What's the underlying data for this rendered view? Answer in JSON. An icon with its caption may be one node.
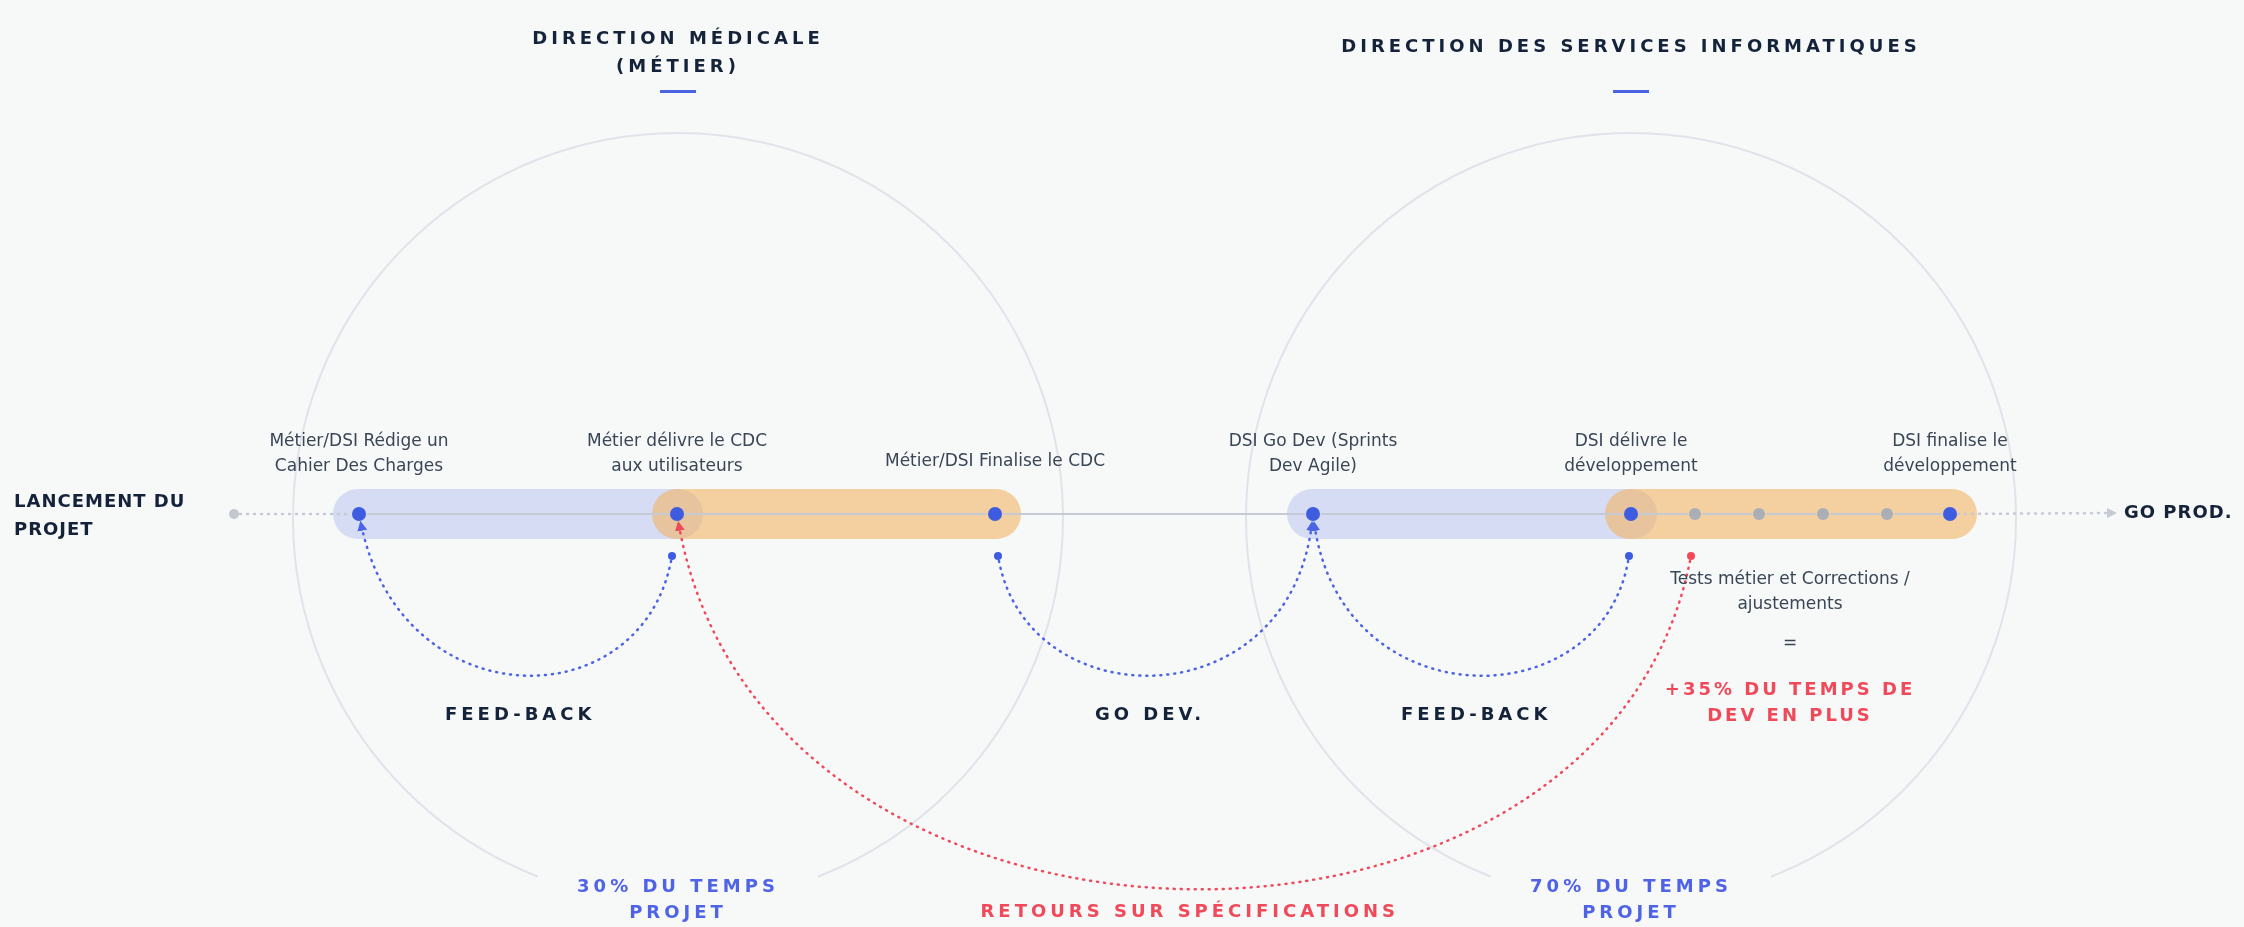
{
  "diagram": {
    "nodes": [
      {
        "text": [
          "DIRECTION MÉDICALE (MÉTIER)",
          "30% DU TEMPS PROJET"
        ]
      },
      {
        "text": [
          "DIRECTION DES SERVICES INFORMATIQUES",
          "70% DU TEMPS PROJET"
        ]
      },
      {
        "text": [],
        "shape": "circle",
        "beside": [
          "LANCEMENT DU PROJET"
        ]
      },
      {
        "text": [],
        "shape": "circle",
        "beside": [
          "Métier/DSI Rédige un Cahier Des Charges"
        ],
        "in": 0
      },
      {
        "text": [],
        "shape": "circle",
        "beside": [
          "Métier délivre le CDC aux utilisateurs"
        ],
        "in": 0
      },
      {
        "text": [],
        "shape": "circle",
        "in": 0
      },
      {
        "text": [],
        "shape": "circle",
        "beside": [
          "Métier/DSI Finalise le CDC"
        ],
        "in": 0
      },
      {
        "text": [],
        "shape": "circle",
        "in": 0
      },
      {
        "text": [],
        "shape": "circle",
        "beside": [
          "DSI Go Dev (Sprints Dev Agile)"
        ],
        "in": 1
      },
      {
        "text": [],
        "shape": "circle",
        "beside": [
          "DSI délivre le développement"
        ],
        "in": 1
      },
      {
        "text": [],
        "shape": "circle",
        "in": 1
      },
      {
        "text": [],
        "shape": "circle",
        "beside": [
          "Tests métier et Corrections / ajustements",
          "=",
          "+35% DU TEMPS DE DEV EN PLUS"
        ],
        "in": 1
      },
      {
        "text": [],
        "shape": "circle",
        "in": 1
      },
      {
        "text": [],
        "shape": "circle",
        "in": 1
      },
      {
        "text": [],
        "shape": "circle",
        "in": 1
      },
      {
        "text": [],
        "shape": "circle",
        "in": 1
      },
      {
        "text": [],
        "shape": "circle",
        "beside": [
          "DSI finalise le développement"
        ],
        "in": 1
      },
      {
        "text": [
          "GO PROD."
        ]
      }
    ],
    "edges": [
      {
        "from": 2,
        "to": 3,
        "arrow": "none",
        "style": "dashed"
      },
      {
        "from": 3,
        "to": 4,
        "arrow": "none"
      },
      {
        "from": 4,
        "to": 6,
        "arrow": "none"
      },
      {
        "from": 6,
        "to": 8,
        "arrow": "none"
      },
      {
        "from": 8,
        "to": 9,
        "arrow": "none"
      },
      {
        "from": 9,
        "to": 12,
        "arrow": "none"
      },
      {
        "from": 12,
        "to": 13,
        "arrow": "none"
      },
      {
        "from": 13,
        "to": 14,
        "arrow": "none"
      },
      {
        "from": 14,
        "to": 15,
        "arrow": "none"
      },
      {
        "from": 15,
        "to": 16,
        "arrow": "none"
      },
      {
        "from": 16,
        "to": 17,
        "arrow": "to",
        "style": "dashed"
      },
      {
        "from": 5,
        "to": 3,
        "arrow": "to",
        "style": "dashed",
        "color": "#4a64e4",
        "label": "FEED-BACK"
      },
      {
        "from": 7,
        "to": 8,
        "arrow": "to",
        "style": "dashed",
        "color": "#4a64e4",
        "label": "GO DEV."
      },
      {
        "from": 10,
        "to": 8,
        "arrow": "to",
        "style": "dashed",
        "color": "#4a64e4",
        "label": "FEED-BACK"
      },
      {
        "from": 11,
        "to": 4,
        "arrow": "to",
        "style": "dashed",
        "color": "#f04a5a",
        "label": "RETOURS SUR SPÉCIFICATIONS"
      }
    ]
  }
}
